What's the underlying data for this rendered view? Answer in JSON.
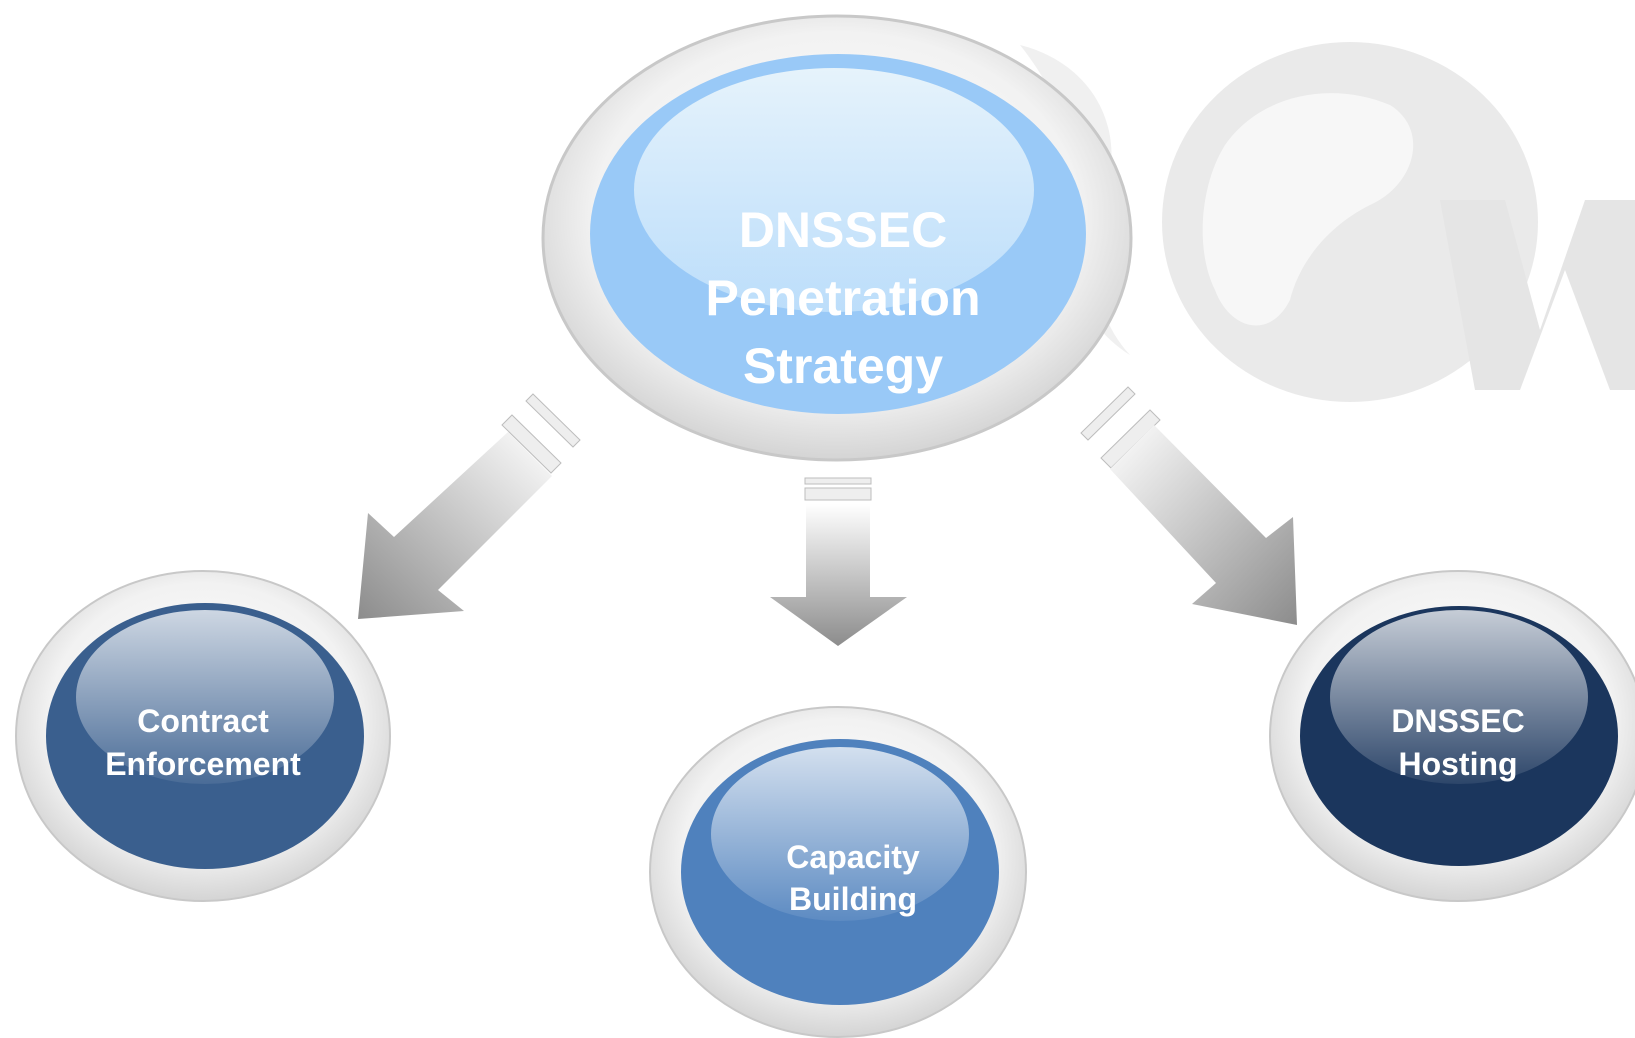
{
  "center": {
    "lines": [
      "DNSSEC",
      "Penetration",
      "Strategy"
    ]
  },
  "children": [
    {
      "lines": [
        "Contract",
        "Enforcement"
      ]
    },
    {
      "lines": [
        "Capacity",
        "Building"
      ]
    },
    {
      "lines": [
        "DNSSEC",
        "Hosting"
      ]
    }
  ],
  "colors": {
    "center_fill": "#99c9f7",
    "child_left": "#3a5f8e",
    "child_middle": "#4f81bd",
    "child_right": "#1b365d",
    "arrow": "#8c8c8c",
    "ring": "#e6e6e6"
  }
}
